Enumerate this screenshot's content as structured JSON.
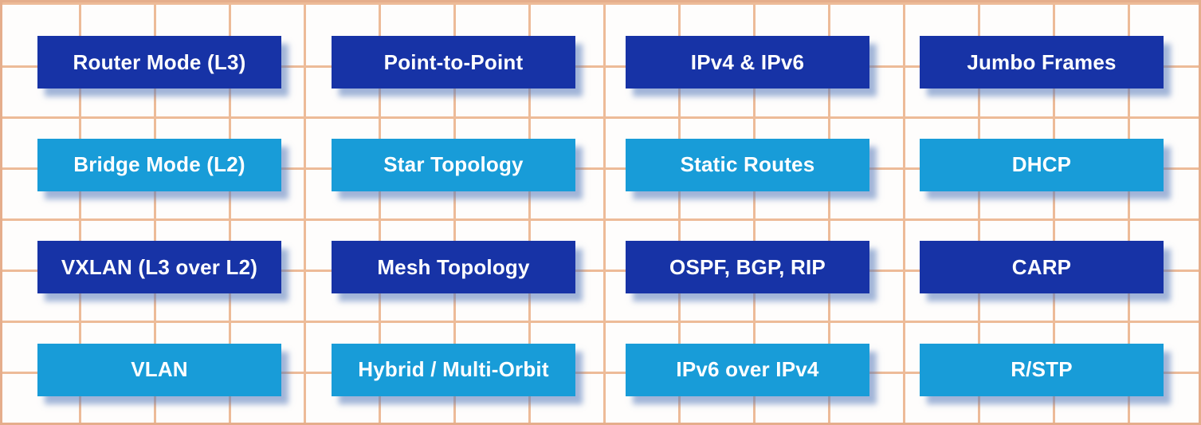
{
  "palette": {
    "dark_box": "#1733A6",
    "light_box": "#189CD8",
    "grid_line": "#EDBB98",
    "outer_border": "#E5AE8C",
    "background": "#FEFDFC",
    "box_text": "#FFFFFF",
    "box_shadow": "rgba(84,120,185,0.55)"
  },
  "matrix": {
    "rows": [
      {
        "tone": "dark",
        "labels": [
          "Router Mode (L3)",
          "Point-to-Point",
          "IPv4 & IPv6",
          "Jumbo Frames"
        ]
      },
      {
        "tone": "light",
        "labels": [
          "Bridge Mode (L2)",
          "Star Topology",
          "Static Routes",
          "DHCP"
        ]
      },
      {
        "tone": "dark",
        "labels": [
          "VXLAN (L3 over L2)",
          "Mesh Topology",
          "OSPF, BGP, RIP",
          "CARP"
        ]
      },
      {
        "tone": "light",
        "labels": [
          "VLAN",
          "Hybrid / Multi-Orbit",
          "IPv6 over IPv4",
          "R/STP"
        ]
      }
    ]
  }
}
